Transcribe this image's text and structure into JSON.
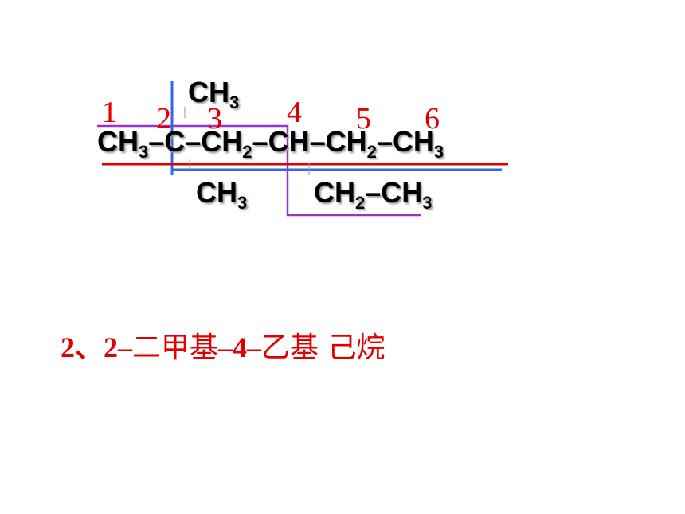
{
  "formula": {
    "top_branch": "CH3",
    "main_chain": {
      "g1": "CH",
      "g1_sub": "3",
      "d1": "–",
      "g2": "C–CH",
      "g2_sub": "2",
      "d2": "–",
      "g3": "CH–CH",
      "g3_sub": "2",
      "g4": "–CH",
      "g4_sub": "3"
    },
    "bottom_branch_methyl": "CH3",
    "bottom_branch_ethyl": {
      "a": "CH",
      "a_sub": "2",
      "b": "–CH",
      "b_sub": "3"
    }
  },
  "numbering": [
    "1",
    "2",
    "3",
    "4",
    "5",
    "6"
  ],
  "name": {
    "part1": "2、2–",
    "part2": "二甲基",
    "part3": "–4–",
    "part4": "乙基",
    "part5": " 己烷"
  },
  "colors": {
    "red": "#e00000",
    "blue": "#3366ee",
    "purple": "#9933cc"
  }
}
